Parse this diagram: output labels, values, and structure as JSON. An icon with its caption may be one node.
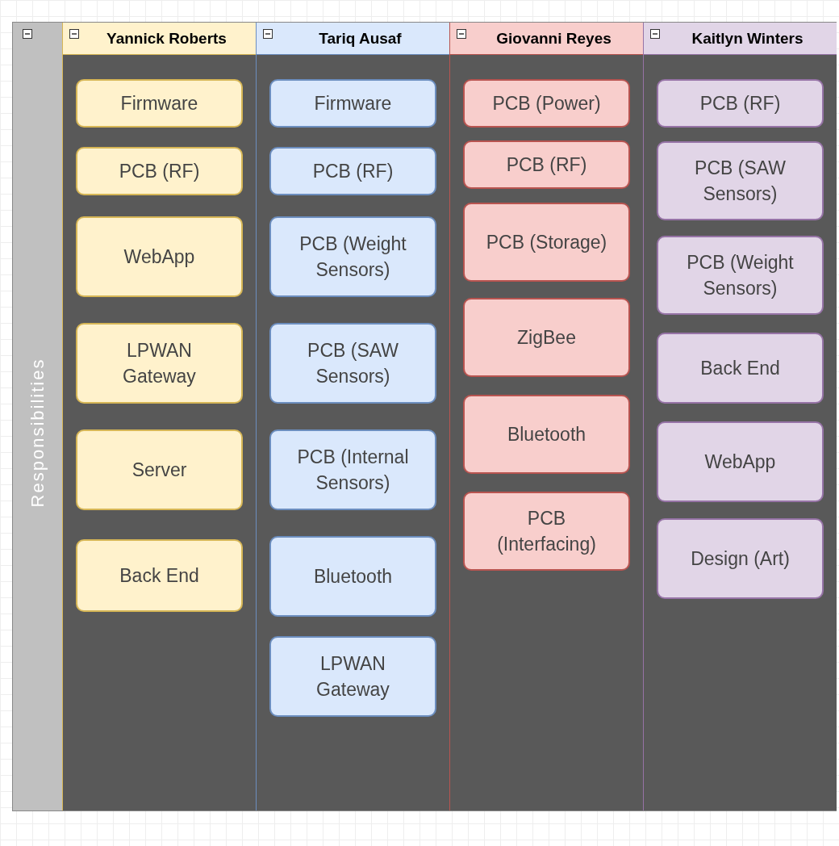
{
  "diagram": {
    "nodes": [
      {
        "text": [
          "Responsibilities"
        ]
      },
      {
        "text": [
          "Yannick Roberts"
        ],
        "in": 0
      },
      {
        "text": [
          "Firmware"
        ],
        "in": 1
      },
      {
        "text": [
          "PCB (RF)"
        ],
        "in": 1
      },
      {
        "text": [
          "WebApp"
        ],
        "in": 1
      },
      {
        "text": [
          "LPWAN Gateway"
        ],
        "in": 1
      },
      {
        "text": [
          "Server"
        ],
        "in": 1
      },
      {
        "text": [
          "Back End"
        ],
        "in": 1
      },
      {
        "text": [
          "Tariq Ausaf"
        ],
        "in": 0
      },
      {
        "text": [
          "Firmware"
        ],
        "in": 8
      },
      {
        "text": [
          "PCB (RF)"
        ],
        "in": 8
      },
      {
        "text": [
          "PCB (Weight Sensors)"
        ],
        "in": 8
      },
      {
        "text": [
          "PCB (SAW Sensors)"
        ],
        "in": 8
      },
      {
        "text": [
          "PCB (Internal Sensors)"
        ],
        "in": 8
      },
      {
        "text": [
          "Bluetooth"
        ],
        "in": 8
      },
      {
        "text": [
          "LPWAN Gateway"
        ],
        "in": 8
      },
      {
        "text": [
          "Giovanni  Reyes"
        ],
        "in": 0
      },
      {
        "text": [
          "PCB (Power)"
        ],
        "in": 16
      },
      {
        "text": [
          "PCB (RF)"
        ],
        "in": 16
      },
      {
        "text": [
          "PCB (Storage)"
        ],
        "in": 16
      },
      {
        "text": [
          "ZigBee"
        ],
        "in": 16
      },
      {
        "text": [
          "Bluetooth"
        ],
        "in": 16
      },
      {
        "text": [
          "PCB (Interfacing)"
        ],
        "in": 16
      },
      {
        "text": [
          "Kaitlyn Winters"
        ],
        "in": 0
      },
      {
        "text": [
          "PCB (RF)"
        ],
        "in": 23
      },
      {
        "text": [
          "PCB (SAW Sensors)"
        ],
        "in": 23
      },
      {
        "text": [
          "PCB (Weight Sensors)"
        ],
        "in": 23
      },
      {
        "text": [
          "Back End"
        ],
        "in": 23
      },
      {
        "text": [
          "WebApp"
        ],
        "in": 23
      },
      {
        "text": [
          "Design (Art)"
        ],
        "in": 23
      }
    ],
    "edges": []
  }
}
